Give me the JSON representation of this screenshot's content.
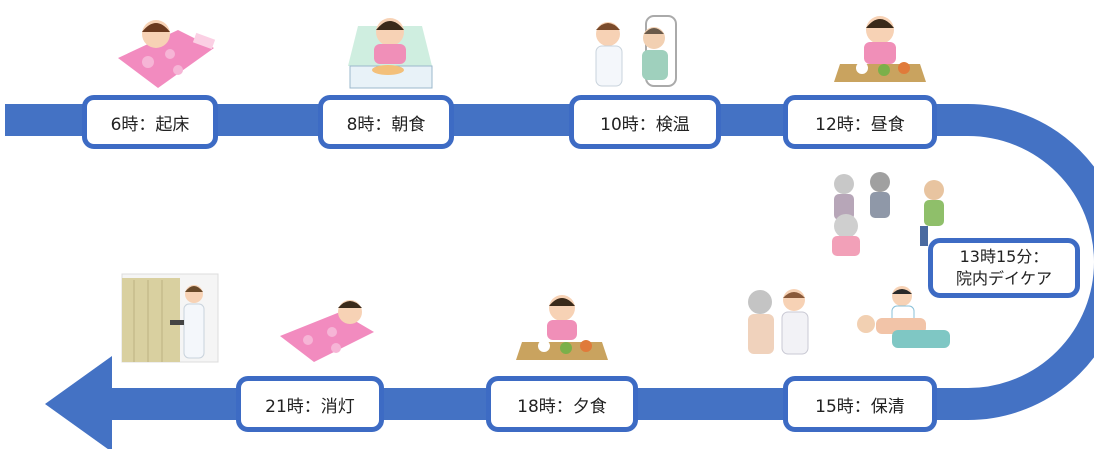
{
  "schedule": {
    "wake": "6時：起床",
    "breakfast": "8時：朝食",
    "temp_check": "10時：検温",
    "lunch": "12時：昼食",
    "daycare_time": "13時15分：",
    "daycare_label": "院内デイケア",
    "cleaning": "15時：保清",
    "dinner": "18時：夕食",
    "lights_out": "21時：消灯"
  },
  "colors": {
    "arrow": "#4472c4",
    "node_border": "#3d6bc4"
  }
}
